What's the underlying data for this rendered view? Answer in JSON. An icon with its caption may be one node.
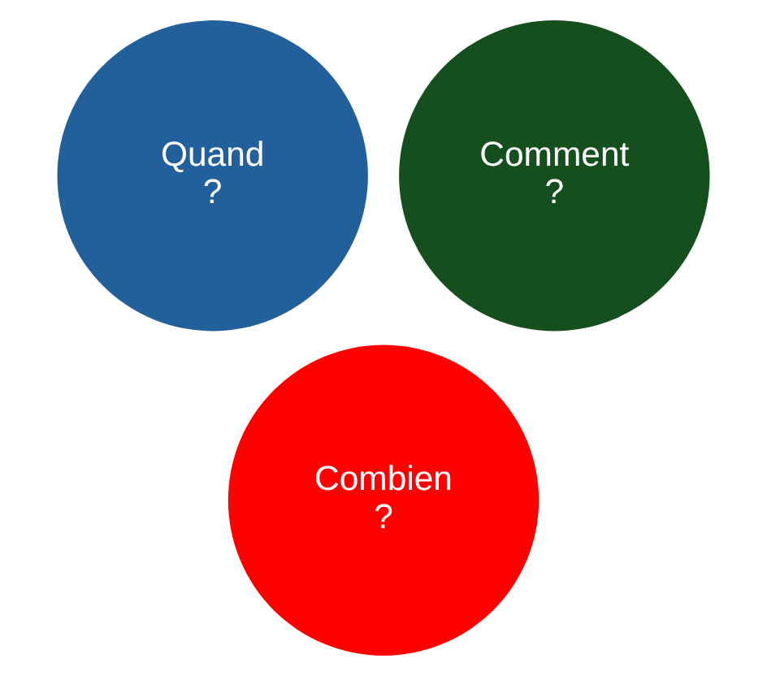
{
  "diagram": {
    "nodes": [
      {
        "text": [
          "Quand ?"
        ]
      },
      {
        "text": [
          "Comment ?"
        ]
      },
      {
        "text": [
          "Combien ?"
        ]
      }
    ]
  }
}
